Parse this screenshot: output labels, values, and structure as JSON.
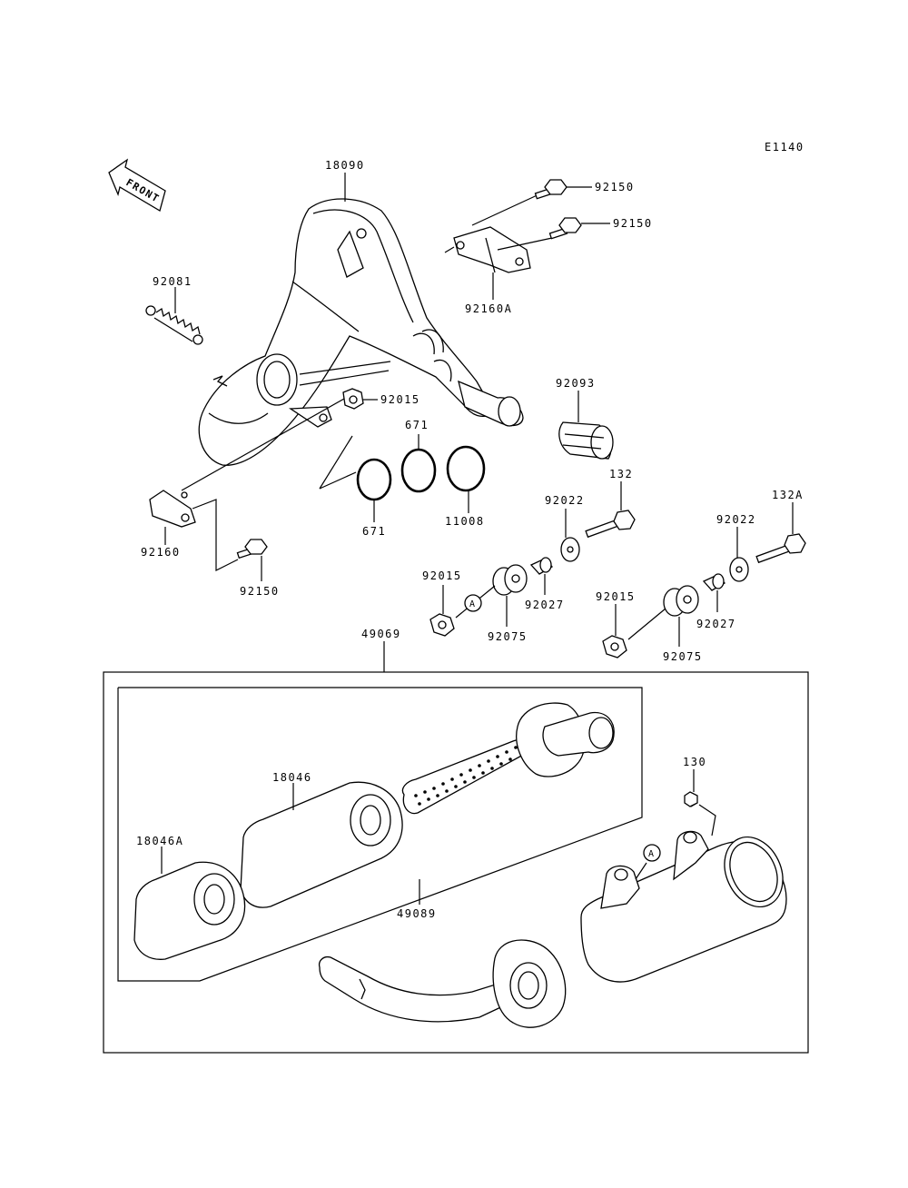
{
  "diagram_code": "E1140",
  "front_arrow": {
    "text": "FRONT"
  },
  "callout_ref": "A",
  "labels": {
    "p18090": "18090",
    "p92150_a": "92150",
    "p92150_b": "92150",
    "p92150_c": "92150",
    "p92160A": "92160A",
    "p92081": "92081",
    "p92015_a": "92015",
    "p92015_b": "92015",
    "p92015_c": "92015",
    "p671_a": "671",
    "p671_b": "671",
    "p11008": "11008",
    "p92160": "92160",
    "p92093": "92093",
    "p132": "132",
    "p132A": "132A",
    "p92022_a": "92022",
    "p92022_b": "92022",
    "p92027_a": "92027",
    "p92027_b": "92027",
    "p92075_a": "92075",
    "p92075_b": "92075",
    "p49069": "49069",
    "p49089": "49089",
    "p18046": "18046",
    "p18046A": "18046A",
    "p130": "130"
  }
}
